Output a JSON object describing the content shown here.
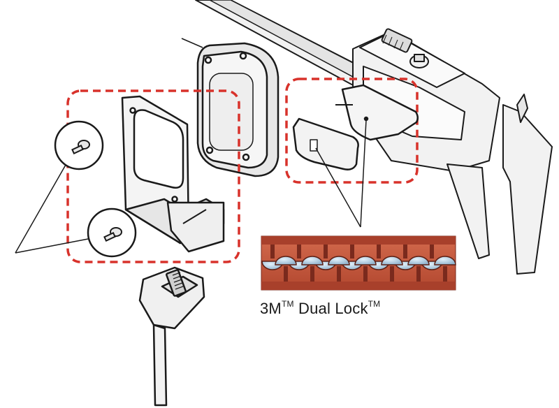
{
  "caption": {
    "brand": "3M",
    "tm1": "TM",
    "product": " Dual Lock",
    "tm2": "TM"
  },
  "colors": {
    "dashed_outline": "#d8322b",
    "dual_lock_strip": "#c4563b",
    "dual_lock_dark": "#7a2a1d",
    "line_art": "#1a1a1a",
    "part_fill": "#f2f2f2",
    "part_shade": "#d6d6d6"
  },
  "icons": [
    "screw-icon",
    "screw-icon",
    "connector-cable-icon"
  ]
}
